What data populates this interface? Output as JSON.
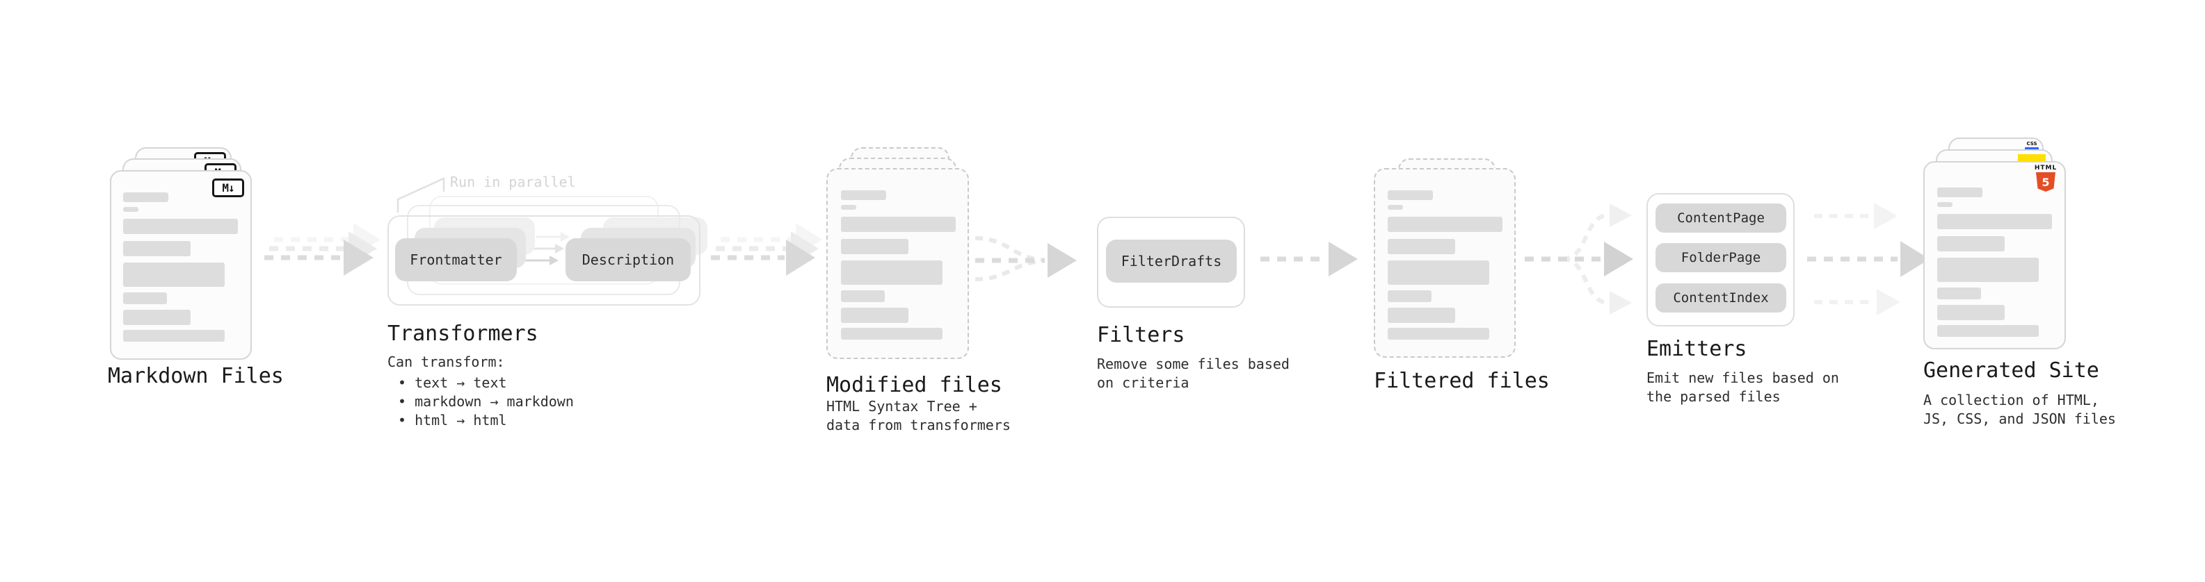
{
  "stages": {
    "markdown_files": {
      "title": "Markdown Files",
      "badge": "M↓"
    },
    "transformers": {
      "title": "Transformers",
      "annotation": "Run in parallel",
      "pill_left": "Frontmatter",
      "pill_right": "Description",
      "note_heading": "Can transform:",
      "bullets": [
        "• text → text",
        "• markdown → markdown",
        "• html → html"
      ]
    },
    "modified_files": {
      "title": "Modified files",
      "note_line1": "HTML Syntax Tree +",
      "note_line2": "data from transformers"
    },
    "filters": {
      "title": "Filters",
      "pill": "FilterDrafts",
      "note_line1": "Remove some files based",
      "note_line2": "on criteria"
    },
    "filtered_files": {
      "title": "Filtered files"
    },
    "emitters": {
      "title": "Emitters",
      "pills": [
        "ContentPage",
        "FolderPage",
        "ContentIndex"
      ],
      "note_line1": "Emit new files based on",
      "note_line2": "the parsed files"
    },
    "generated_site": {
      "title": "Generated Site",
      "note_line1": "A collection of HTML,",
      "note_line2": "JS, CSS, and JSON files",
      "badge_css": "CSS",
      "badge_html_label": "HTML",
      "badge_html_number": "5"
    }
  },
  "colors": {
    "html5_orange": "#e44d26",
    "js_yellow": "#ffdf00",
    "css_blue": "#2b67f8"
  }
}
